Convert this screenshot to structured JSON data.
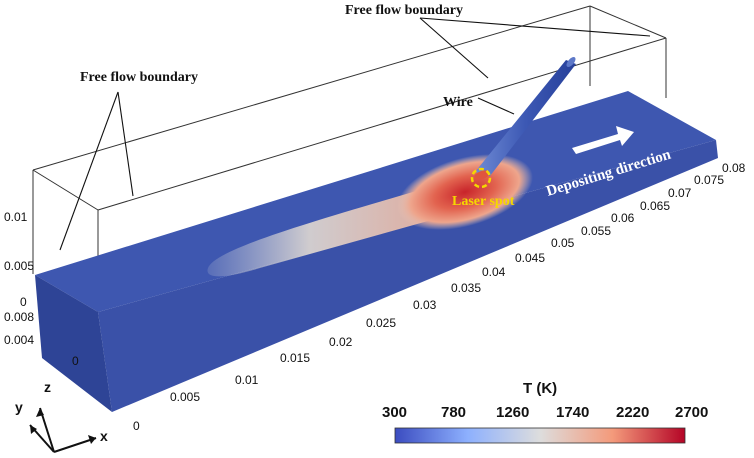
{
  "annotations": {
    "free_flow_top": "Free flow boundary",
    "free_flow_left": "Free flow boundary",
    "wire": "Wire",
    "laser_spot": "Laser spot",
    "depositing_direction": "Depositing direction"
  },
  "axes": {
    "x_ticks": [
      "0",
      "0.005",
      "0.01",
      "0.015",
      "0.02",
      "0.025",
      "0.03",
      "0.035",
      "0.04",
      "0.045",
      "0.05",
      "0.055",
      "0.06",
      "0.065",
      "0.07",
      "0.075",
      "0.08"
    ],
    "y_ticks": [
      "0",
      "0.004",
      "0.008"
    ],
    "z_ticks": [
      "0",
      "0.005",
      "0.01"
    ]
  },
  "triad": {
    "x": "x",
    "y": "y",
    "z": "z"
  },
  "colorbar": {
    "title": "T (K)",
    "ticks": [
      "300",
      "780",
      "1260",
      "1740",
      "2220",
      "2700"
    ],
    "colors": {
      "low": "#3b4cc0",
      "mid": "#dddddd",
      "high": "#b40426"
    }
  },
  "colors": {
    "substrate": "#3e57b0",
    "substrate_side": "#2e4496",
    "arrow": "#ffffff",
    "laser_ring": "#f5d800"
  }
}
